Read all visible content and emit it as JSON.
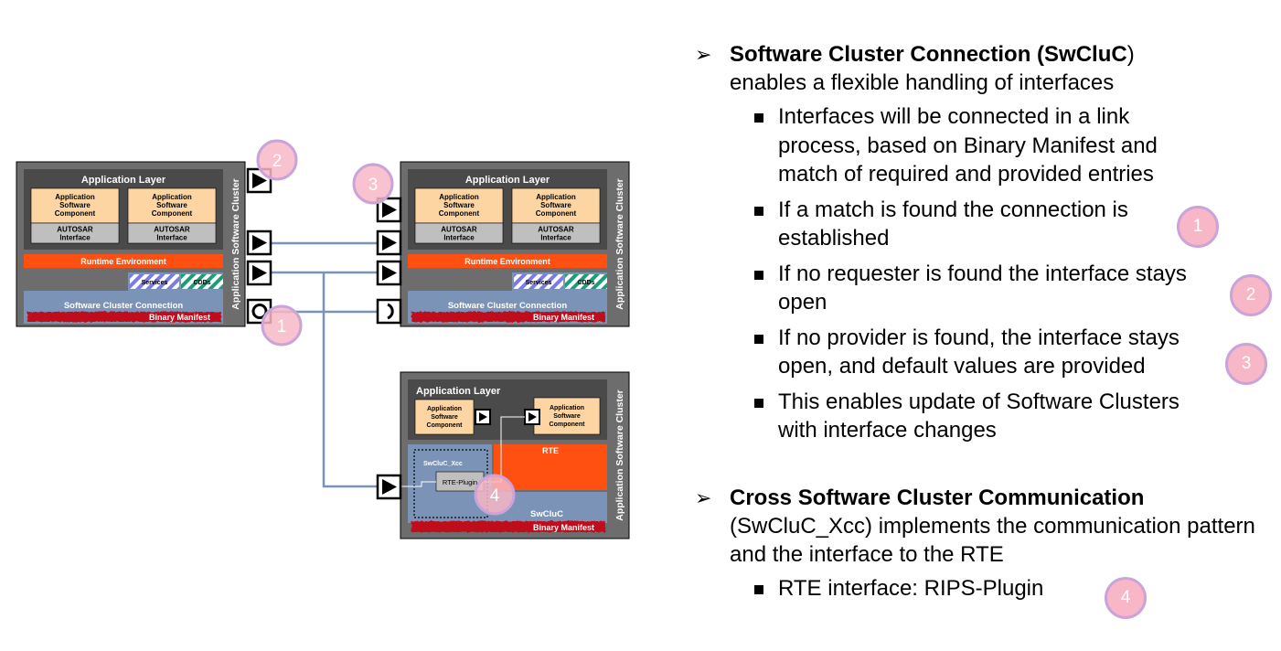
{
  "diagram": {
    "clusters": {
      "left": {
        "side_label": "Application Software Cluster",
        "app_layer": "Application Layer",
        "components": [
          {
            "title": "Application Software Component",
            "interface": "AUTOSAR Interface"
          },
          {
            "title": "Application Software Component",
            "interface": "AUTOSAR Interface"
          }
        ],
        "rte": "Runtime Environment",
        "services": "Services",
        "cdds": "CDDs",
        "swcluc": "Software Cluster Connection",
        "manifest": "Binary Manifest"
      },
      "right": {
        "side_label": "Application Software Cluster",
        "app_layer": "Application Layer",
        "components": [
          {
            "title": "Application Software Component",
            "interface": "AUTOSAR Interface"
          },
          {
            "title": "Application Software Component",
            "interface": "AUTOSAR Interface"
          }
        ],
        "rte": "Runtime Environment",
        "services": "Services",
        "cdds": "CDDs",
        "swcluc": "Software Cluster Connection",
        "manifest": "Binary Manifest"
      },
      "bottom": {
        "side_label": "Application Software Cluster",
        "app_layer": "Application Layer",
        "components": [
          {
            "title": "Application Software Component"
          },
          {
            "title": "Application Software Component"
          }
        ],
        "rte": "RTE",
        "xcc": "SwCluC_Xcc",
        "plugin": "RTE-Plugin",
        "swcluc": "SwCluC",
        "manifest": "Binary Manifest"
      }
    },
    "badges": [
      "2",
      "3",
      "1",
      "4"
    ]
  },
  "text": {
    "point1": {
      "bold": "Software Cluster Connection (SwCluC",
      "tail": ")",
      "line2": "enables a flexible handling of interfaces",
      "bullets": [
        "Interfaces will be connected in a link process, based on Binary Manifest and match of required and provided entries",
        "If a match is found the connection is established",
        "If no requester is found the interface stays open",
        "If no provider is found, the interface stays open, and default values are provided",
        "This enables update of Software Clusters with interface changes"
      ]
    },
    "point2": {
      "bold": "Cross Software Cluster Communication",
      "line2": "(SwCluC_Xcc) implements the communication pattern and the interface to the RTE",
      "bullets": [
        "RTE interface: RIPS-Plugin"
      ]
    }
  },
  "text_badges": [
    "1",
    "2",
    "3",
    "4"
  ],
  "arrow_glyph": "➢",
  "colors": {
    "cluster_bg": "#6d6d6d",
    "app_layer_bg": "#4a4a4a",
    "component": "#fdd5a3",
    "interface": "#bfbfbf",
    "rte": "#ff5011",
    "swcluc": "#7b93b7",
    "manifest": "#c0101a",
    "connector": "#7b93b7",
    "badge_fill": "#f7b7c6",
    "badge_border": "#c9a3d9"
  }
}
